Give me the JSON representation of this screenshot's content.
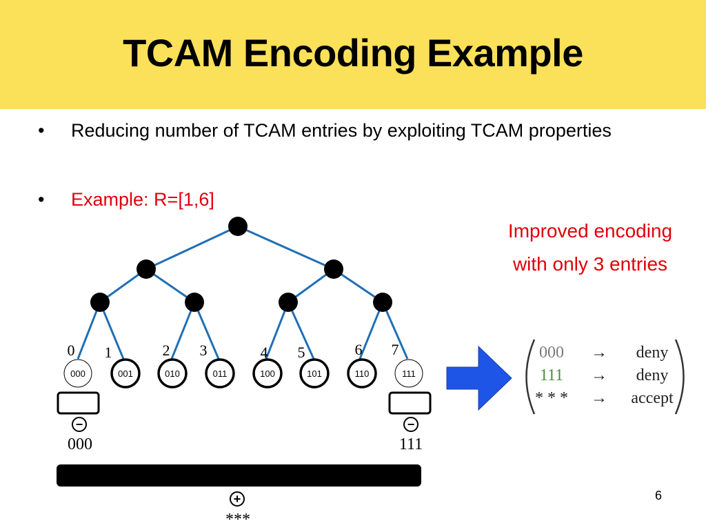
{
  "title": "TCAM Encoding Example",
  "bullets": [
    {
      "marker": "•",
      "text": "Reducing number of TCAM entries by exploiting TCAM properties",
      "color": "#000000"
    },
    {
      "marker": "•",
      "text": "Example: R=[1,6]",
      "color": "#e0000a"
    }
  ],
  "improved_note": {
    "line1": "Improved encoding",
    "line2": "with only 3 entries"
  },
  "tree": {
    "value_labels": [
      "0",
      "1",
      "2",
      "3",
      "4",
      "5",
      "6",
      "7"
    ],
    "leaf_codes": [
      "000",
      "001",
      "010",
      "011",
      "100",
      "101",
      "110",
      "111"
    ],
    "left_minus_code": "000",
    "right_minus_code": "111",
    "plus_code": "***",
    "minus_symbol": "−",
    "plus_symbol": "+"
  },
  "encoding_table": {
    "rows": [
      {
        "pattern": "000",
        "arrow": "→",
        "decision": "deny",
        "color": "#7a7a7a"
      },
      {
        "pattern": "111",
        "arrow": "→",
        "decision": "deny",
        "color": "#4e8a3e"
      },
      {
        "pattern": "* * *",
        "arrow": "→",
        "decision": "accept",
        "color": "#222222"
      }
    ]
  },
  "page_number": "6",
  "colors": {
    "title_bar": "#fbe05a",
    "tree_edges": "#1f6fb5",
    "arrow_fill": "#1f55e6",
    "accent_red": "#e0000a"
  }
}
